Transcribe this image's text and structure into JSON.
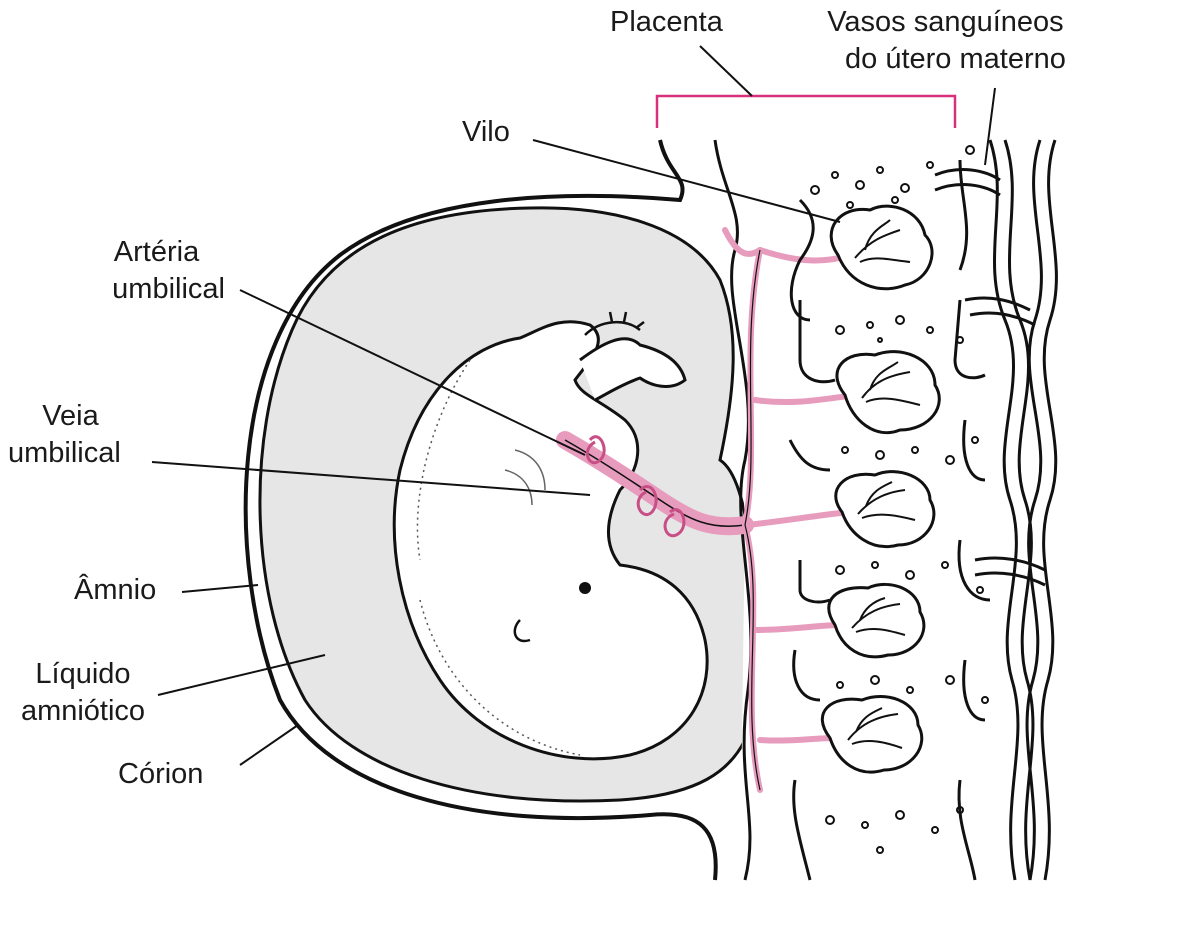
{
  "labels": {
    "placenta": "Placenta",
    "maternal_vessels": [
      "Vasos sanguíneos",
      "do útero materno"
    ],
    "villus": "Vilo",
    "umbilical_artery": [
      "Artéria",
      "umbilical"
    ],
    "umbilical_vein": [
      "Veia",
      "umbilical"
    ],
    "amnion": "Âmnio",
    "amniotic_fluid": [
      "Líquido",
      "amniótico"
    ],
    "chorion": "Córion"
  },
  "colors": {
    "outline": "#111111",
    "amniotic_fluid": "#e6e6e6",
    "vessel_pink": "#e79bbd",
    "bracket": "#d8307a",
    "background": "#ffffff"
  }
}
